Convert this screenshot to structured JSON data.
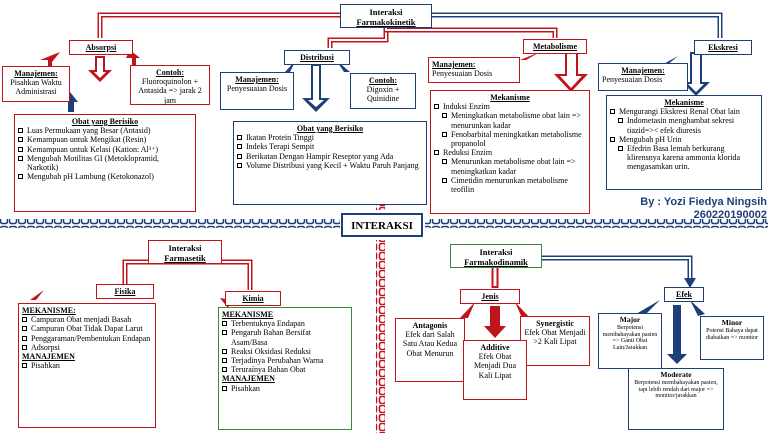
{
  "top": {
    "title_line1": "Interaksi",
    "title_line2": "Farmakokinetik"
  },
  "absorpsi": {
    "title": "Absorpsi",
    "manajemen_label": "Manajemen:",
    "manajemen_text": "Pisahkan Waktu Administrasi",
    "contoh_label": "Contoh:",
    "contoh_text": "Fluoroquinolon + Antasida => jarak 2 jam",
    "obat_title": "Obat yang Berisiko",
    "obat_items": [
      "Luas Permukaan yang Besar (Antasid)",
      "Kemampuan untuk Mengikat (Resin)",
      "Kemampuan untuk Kelasi (Kation: Al³⁺)",
      "Mengubah Motilitas GI (Metoklopramid, Narkotik)",
      "Mengubah pH Lambung (Ketokonazol)"
    ]
  },
  "distribusi": {
    "title": "Distribusi",
    "manajemen_label": "Manajemen:",
    "manajemen_text": "Penyesuaian Dosis",
    "contoh_label": "Contoh:",
    "contoh_text": "Digoxin + Quinidine",
    "obat_title": "Obat yang Berisiko",
    "obat_items": [
      "Ikatan Protein Tinggi",
      "Indeks Terapi Sempit",
      "Berikatan Dengan Hampir Reseptor yang Ada",
      "Volume Distribusi yang Kecil + Waktu Paruh Panjang"
    ]
  },
  "metabolisme": {
    "title": "Metabolisme",
    "manajemen_label": "Manajemen:",
    "manajemen_text": "Penyesuaian Dosis",
    "mek_title": "Mekanisme",
    "induksi": "Induksi Enzim",
    "induksi_items": [
      "Meningkatkan metabolisme obat lain => menurunkan kadar",
      "Fenobarbital meningkatkan metabolisme propanolol"
    ],
    "reduksi": "Reduksi Enzim",
    "reduksi_items": [
      "Menurunkan metabolisme obat lain => meningkatkan kadar",
      "Cimetidin menurunkan metabolisme teofilin"
    ]
  },
  "ekskresi": {
    "title": "Ekskresi",
    "manajemen_label": "Manajemen:",
    "manajemen_text": "Penyesuaian Dosis",
    "mek_title": "Mekanisme",
    "items": [
      {
        "text": "Mengurangi Ekskresi Renal Obat lain",
        "subs": [
          "Indometasin menghambat sekresi tiazid=>< efek diuresis"
        ]
      },
      {
        "text": "Mengubah pH Urin",
        "subs": [
          "Efedrin Basa lemah berkurang klirensnya karena ammonia klorida mengasamkan urin."
        ]
      }
    ]
  },
  "author": {
    "line1": "By : Yozi Fiedya Ningsih",
    "line2": "260220190002"
  },
  "center": {
    "label": "INTERAKSI"
  },
  "farmasetik": {
    "title_line1": "Interaksi",
    "title_line2": "Farmasetik",
    "fisika": {
      "title": "Fisika",
      "mek_label": "MEKANISME:",
      "mek_items": [
        "Campuran Obat menjadi Basah",
        "Campuran Obat Tidak Dapat Larut",
        "Penggaraman/Pembentukan Endapan",
        "Adsorpsi"
      ],
      "man_label": "MANAJEMEN",
      "man_items": [
        "Pisahkan"
      ]
    },
    "kimia": {
      "title": "Kimia",
      "mek_label": "MEKANISME",
      "mek_items": [
        "Terbentuknya Endapan",
        "Pengaruh Bahan Bersifat Asam/Basa",
        "Reaksi Oksidasi Reduksi",
        "Terjadinya Perubahan Warna",
        "Teruraínya Bahan Obat"
      ],
      "man_label": "MANAJEMEN",
      "man_items": [
        "Pisahkan"
      ]
    }
  },
  "farmakodinamik": {
    "title_line1": "Interaksi",
    "title_line2": "Farmakodinamik",
    "jenis": "Jenis",
    "antagonis_title": "Antagonis",
    "antagonis_text": "Efek dari Salah Satu Atau Kedua Obat Menurun",
    "additive_title": "Additive",
    "additive_text": "Efek Obat Menjadi Dua Kali Lipat",
    "synergistic_title": "Synergistic",
    "synergistic_text": "Efek Obat Menjadi >2 Kali Lipat",
    "efek": "Efek",
    "major_title": "Major",
    "major_text": "Berpotensi membahayakan pasien => Ganti Obat Lain/Jarakkan",
    "minor_title": "Minor",
    "minor_text": "Potensi Bahaya dapat diabaikan => monitor",
    "moderate_title": "Moderate",
    "moderate_text": "Berpotensi membahayakan pasien, tapi lebih rendah dari major => monitor/jarakkan"
  },
  "colors": {
    "red": "#c0141c",
    "navy": "#1f3f78",
    "green": "#3a8a3a",
    "chain_blue": "#2a4f8c"
  }
}
